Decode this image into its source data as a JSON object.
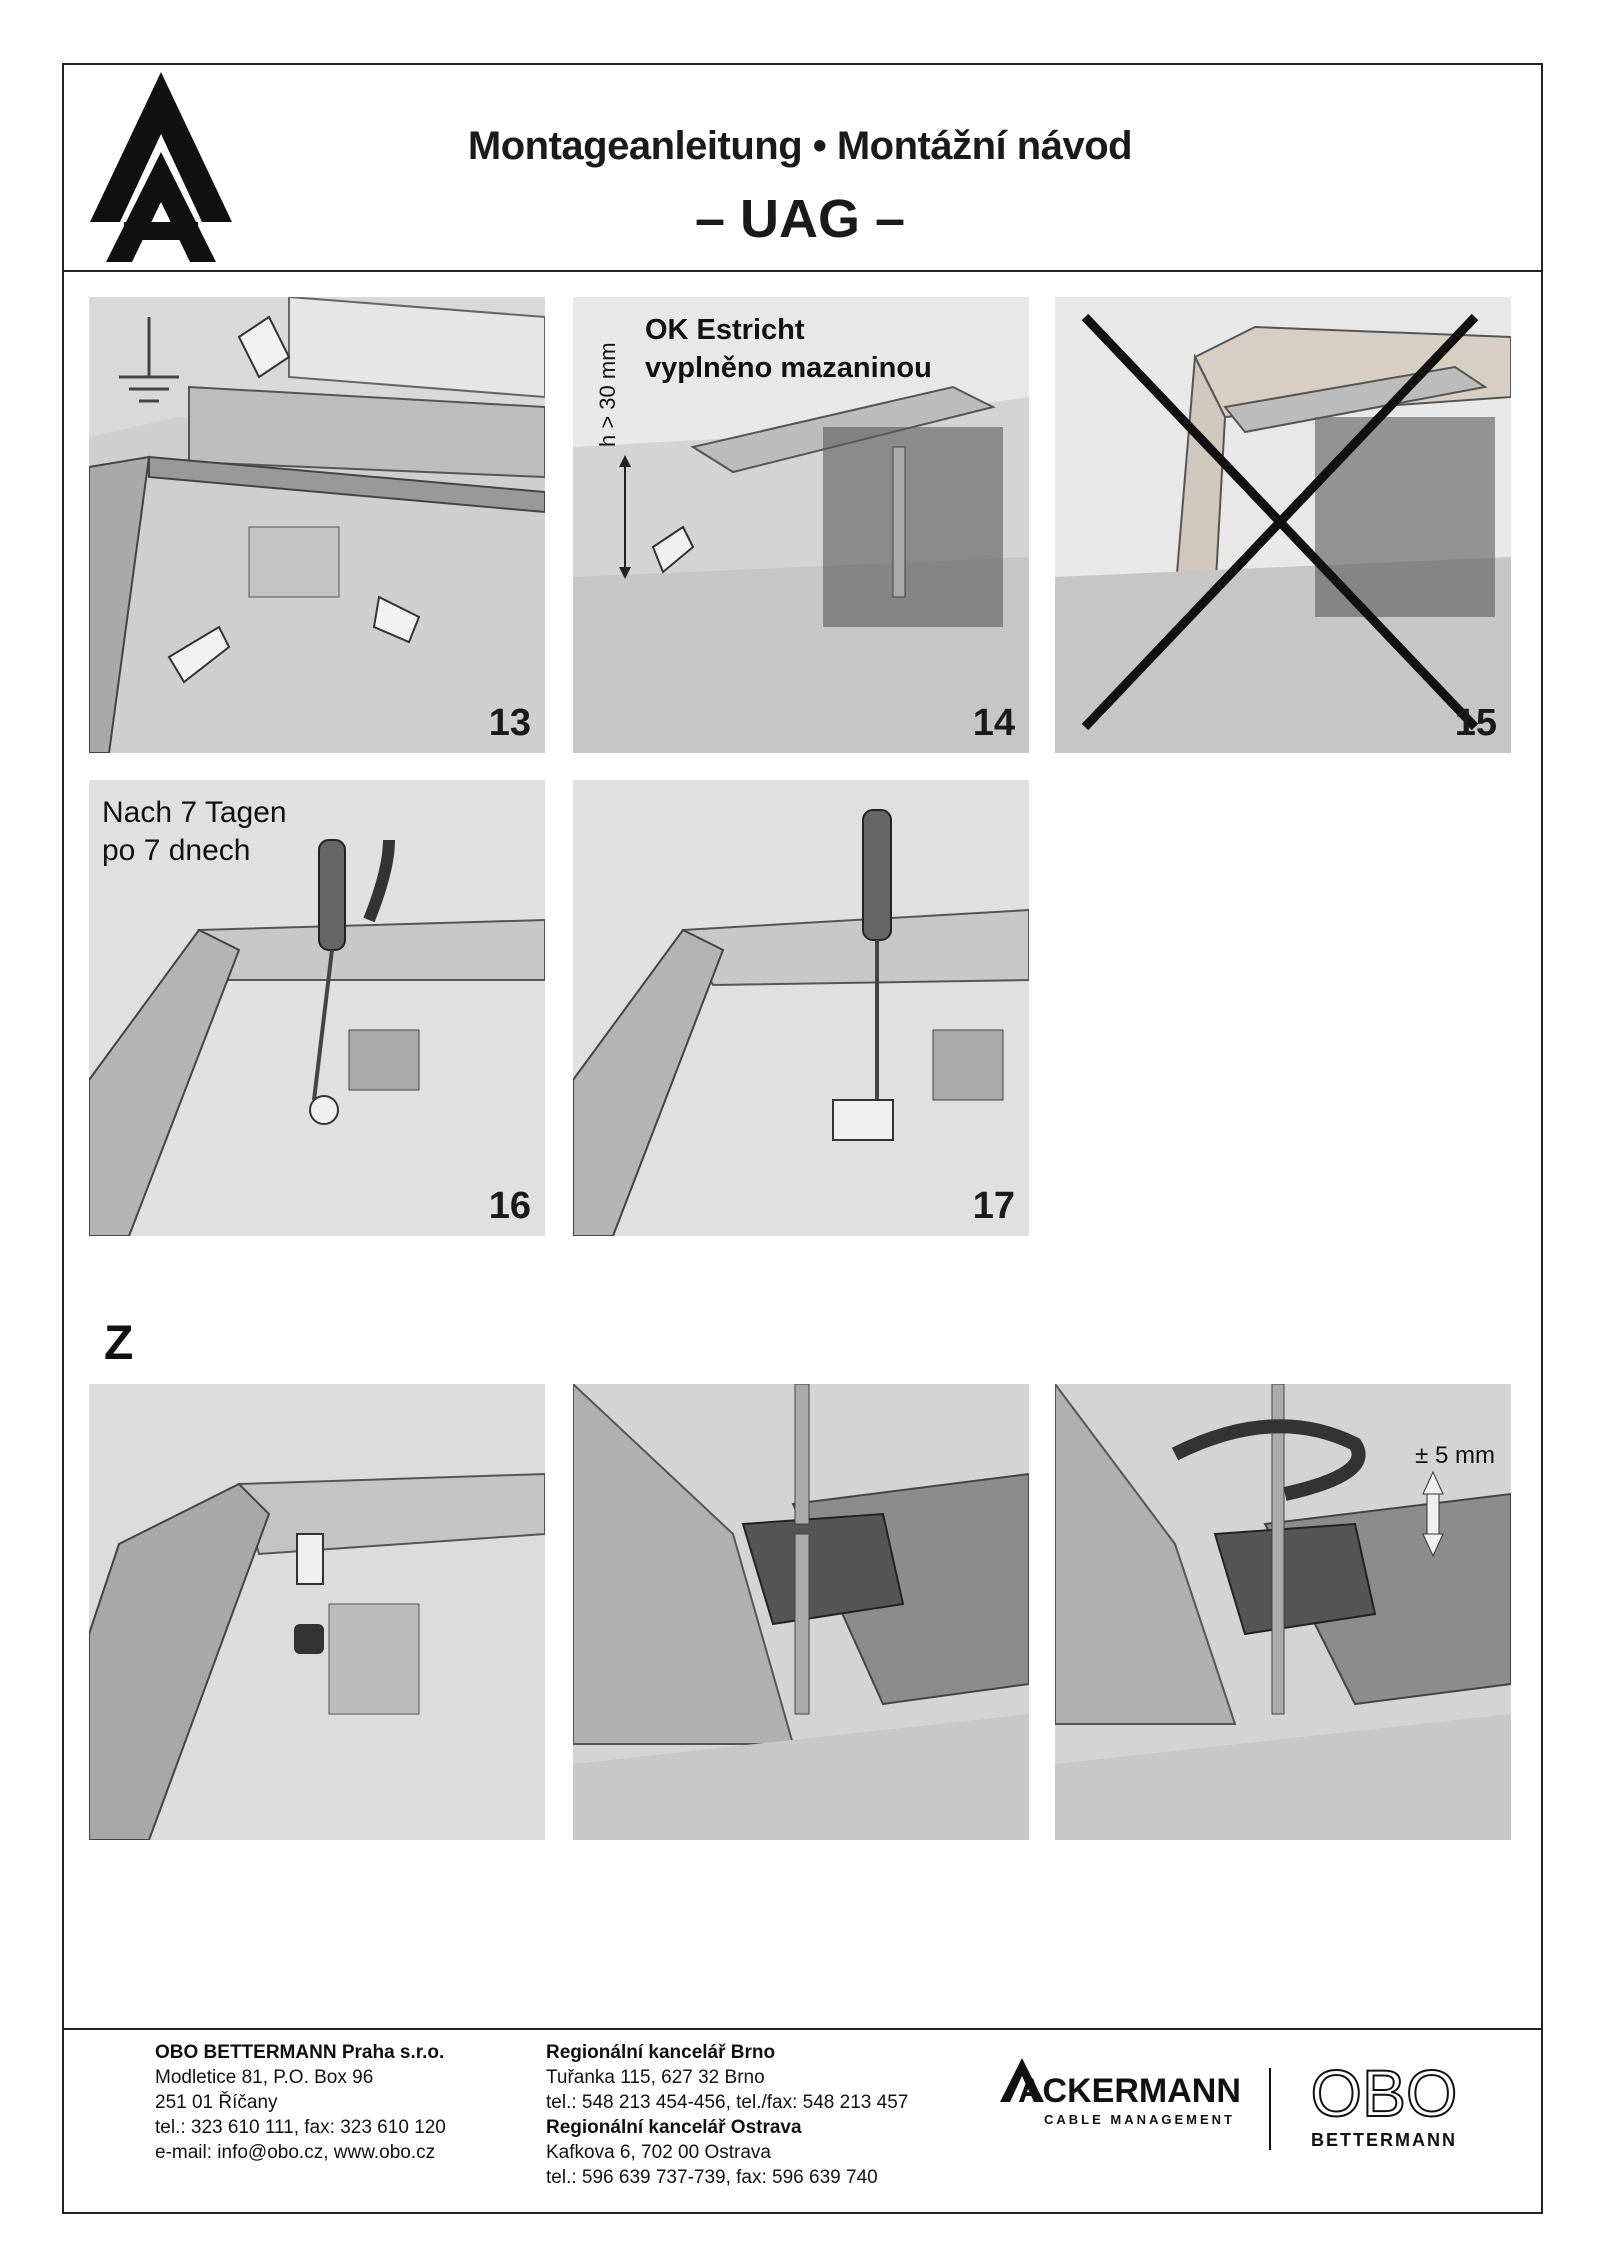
{
  "header": {
    "title": "Montageanleitung • Montážní návod",
    "subtitle": "– UAG –"
  },
  "panels": {
    "p13": {
      "number": "13"
    },
    "p14": {
      "number": "14",
      "caption_line1": "OK Estricht",
      "caption_line2": "vyplněno mazaninou",
      "height_label": "h > 30 mm"
    },
    "p15": {
      "number": "15"
    },
    "p16": {
      "number": "16"
    },
    "p17": {
      "number": "17"
    },
    "z": {
      "rotate_label": "± 5 mm"
    }
  },
  "notes": {
    "nach_line1": "Nach 7 Tagen",
    "nach_line2": "po 7 dnech",
    "section_label": "Z"
  },
  "footer": {
    "company": "OBO BETTERMANN Praha s.r.o.",
    "addr1": "Modletice 81, P.O. Box 96",
    "addr2": "251 01 Říčany",
    "phone": "tel.: 323 610 111, fax: 323 610 120",
    "email": "e-mail: info@obo.cz, www.obo.cz",
    "brno_title": "Regionální kancelář Brno",
    "brno_addr": "Tuřanka 115, 627 32 Brno",
    "brno_phone": "tel.: 548 213 454-456, tel./fax: 548 213 457",
    "ostrava_title": "Regionální kancelář Ostrava",
    "ostrava_addr": "Kafkova 6, 702 00 Ostrava",
    "ostrava_phone": "tel.: 596 639 737-739, fax: 596 639 740"
  },
  "logos": {
    "ackermann_text": "ACKERMANN",
    "ackermann_sub": "CABLE MANAGEMENT",
    "obo_text": "OBO",
    "obo_sub": "BETTERMANN"
  }
}
